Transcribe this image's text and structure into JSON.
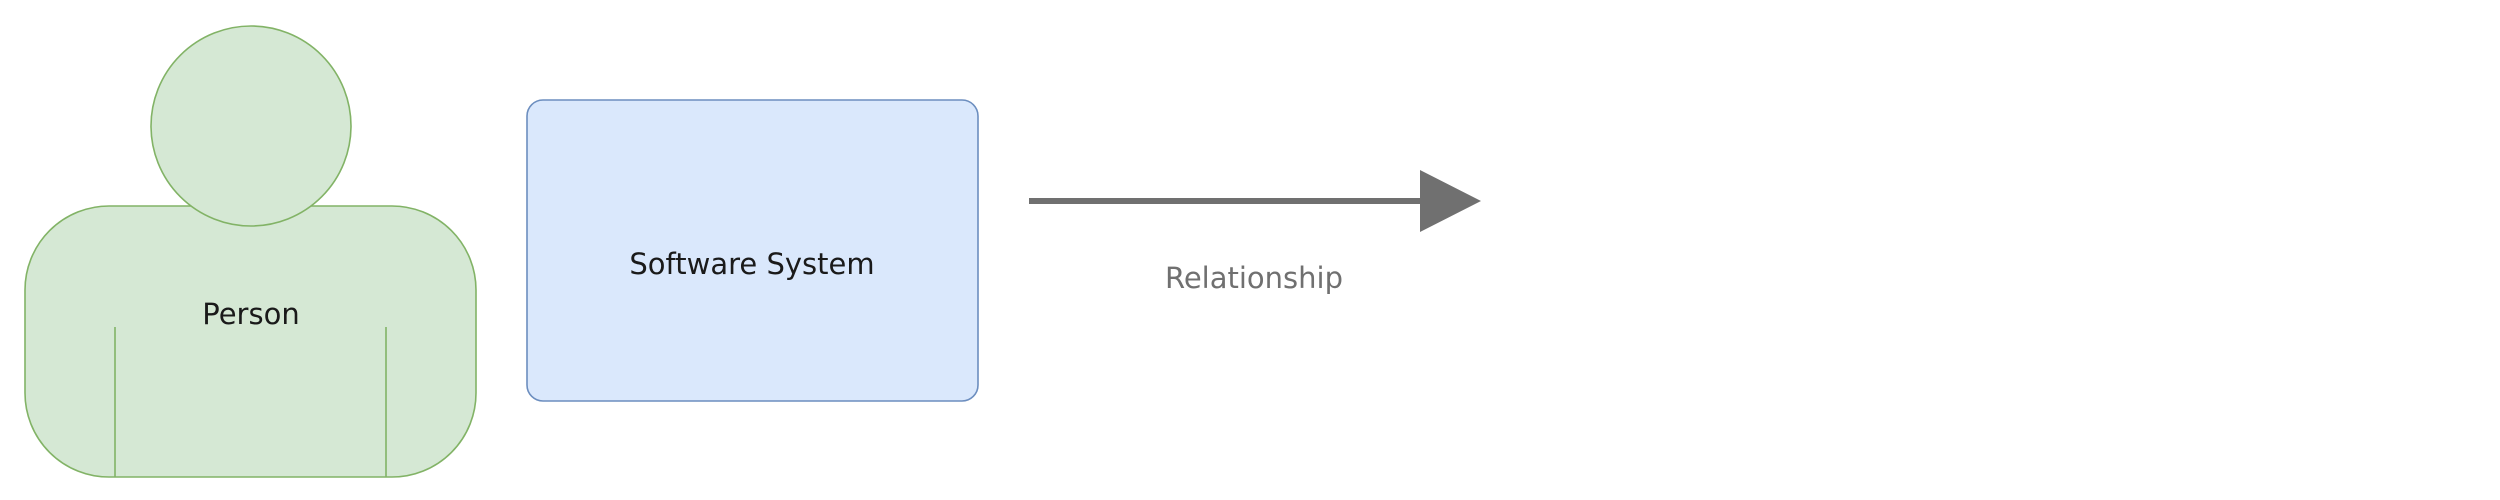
{
  "diagram": {
    "person": {
      "label": "Person",
      "fill": "#d5e8d4",
      "stroke": "#82b366",
      "text_color": "#1a1a1a"
    },
    "software_system": {
      "label": "Software System",
      "fill": "#dae8fc",
      "stroke": "#6c8ebf",
      "text_color": "#1a1a1a"
    },
    "relationship": {
      "label": "Relationship",
      "line_color": "#707070",
      "text_color": "#707070"
    }
  }
}
